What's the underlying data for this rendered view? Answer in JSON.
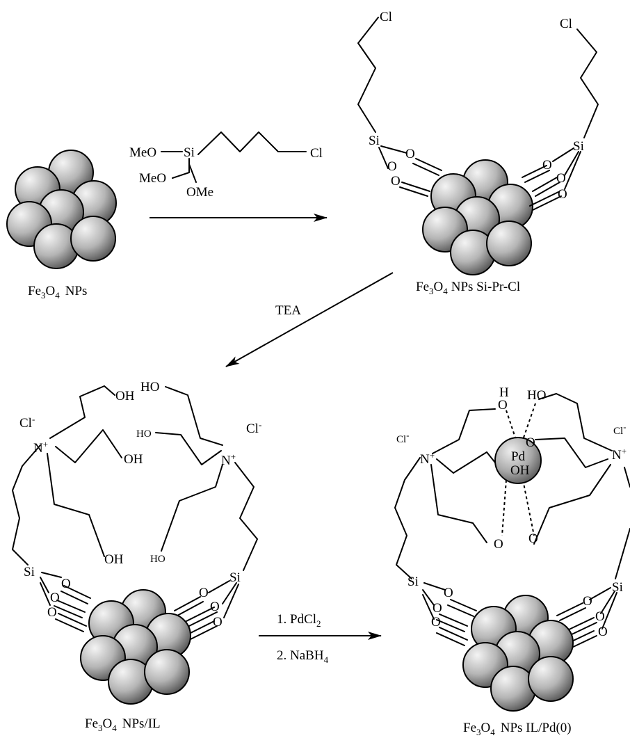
{
  "reagent": {
    "meo_top": "MeO",
    "meo_bottom": "MeO",
    "ome": "OMe",
    "si": "Si",
    "cl": "Cl"
  },
  "atoms": {
    "cl": "Cl",
    "si": "Si",
    "o": "O",
    "oh": "OH",
    "ho": "HO",
    "n": "N",
    "plus": "+",
    "cl_minus_base": "Cl",
    "minus": "-",
    "pd": "Pd",
    "h": "H"
  },
  "captions": {
    "fe3o4": {
      "fe": "Fe",
      "n3": "3",
      "o": "O",
      "n4": "4"
    },
    "np1_suffix": "NPs",
    "np2_suffix": "NPs Si-Pr-Cl",
    "np3_suffix": "NPs/IL",
    "np4_suffix": "NPs IL/Pd(0)"
  },
  "arrows": {
    "tea": "TEA",
    "step1_prefix": "1. PdCl",
    "step1_sub": "2",
    "step2_prefix": "2. NaBH",
    "step2_sub": "4"
  },
  "colors": {
    "sphere_light": "#f4f4f4",
    "sphere_dark": "#555555",
    "ink": "#000000"
  }
}
